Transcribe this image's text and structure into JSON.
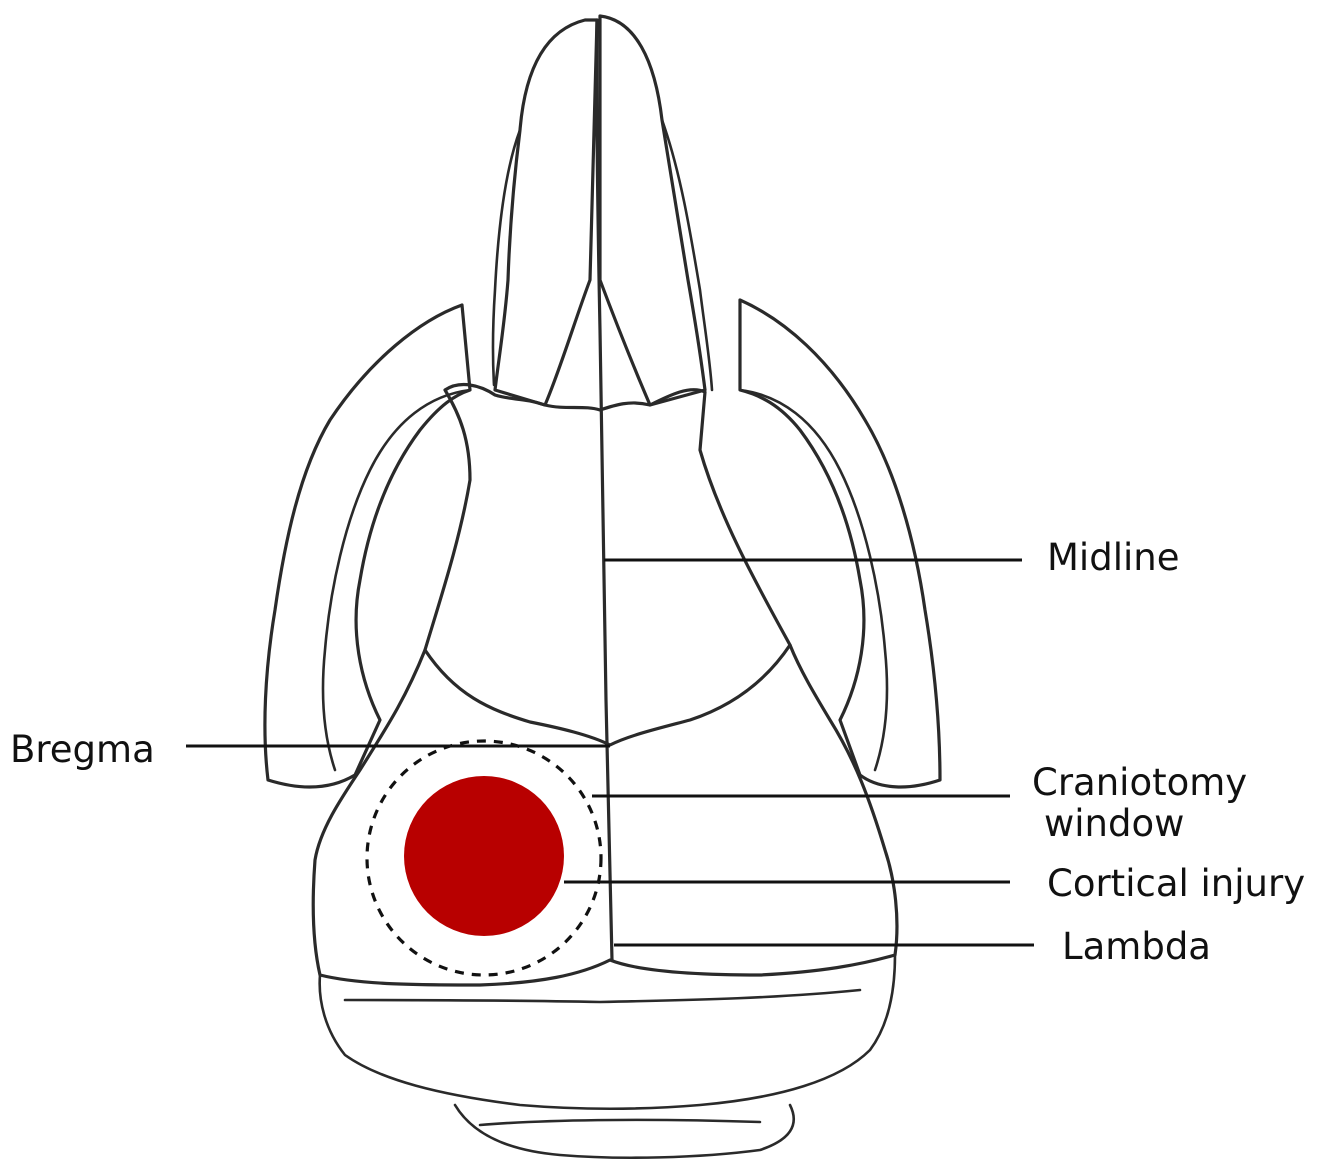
{
  "labels": {
    "midline": "Midline",
    "bregma": "Bregma",
    "craniotomy_line1": "Craniotomy",
    "craniotomy_line2": "window",
    "cortical_injury": "Cortical injury",
    "lambda": "Lambda"
  },
  "colors": {
    "injury": "#b80000",
    "outline": "#2a2a2a",
    "text": "#111111"
  }
}
